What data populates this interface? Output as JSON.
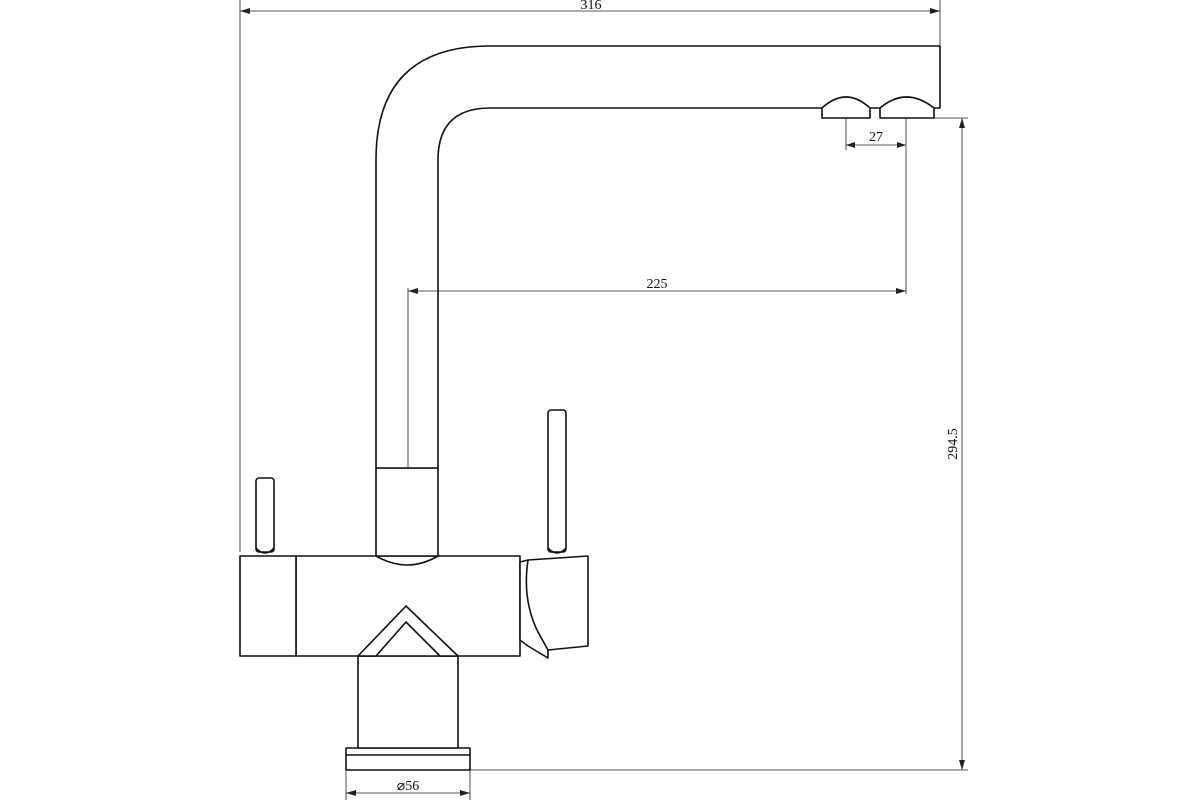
{
  "dimensions": {
    "overall_width": "316",
    "outlet_spacing": "27",
    "spout_reach": "225",
    "overall_height": "294.5",
    "base_diameter": "⌀56"
  }
}
